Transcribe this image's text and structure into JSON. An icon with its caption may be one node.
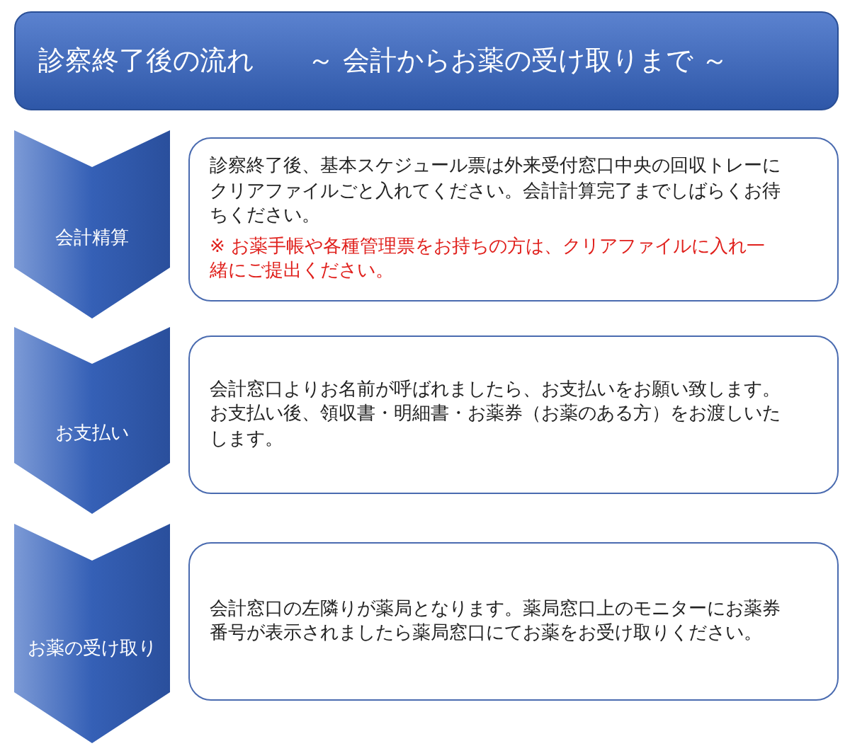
{
  "diagram": {
    "title": "診察終了後の流れ　　～ 会計からお薬の受け取りまで ～",
    "nodes": [
      {
        "text": [
          "会計精算"
        ]
      },
      {
        "text": [
          "お支払い"
        ]
      },
      {
        "text": [
          "お薬の受け取り"
        ]
      },
      {
        "text": [
          "診察終了後、基本スケジュール票は外来受付窓口中央の回収トレーにクリアファイルごと入れてください。会計計算完了までしばらくお待ちください。",
          "※ お薬手帳や各種管理票をお持ちの方は、クリアファイルに入れ一緒にご提出ください。"
        ]
      },
      {
        "text": [
          "会計窓口よりお名前が呼ばれましたら、お支払いをお願い致します。お支払い後、領収書・明細書・お薬券（お薬のある方）をお渡しいたします。"
        ]
      },
      {
        "text": [
          "会計窓口の左隣りが薬局となります。薬局窓口上のモニターにお薬券番号が表示されましたら薬局窓口にてお薬をお受け取りください。"
        ]
      }
    ]
  }
}
